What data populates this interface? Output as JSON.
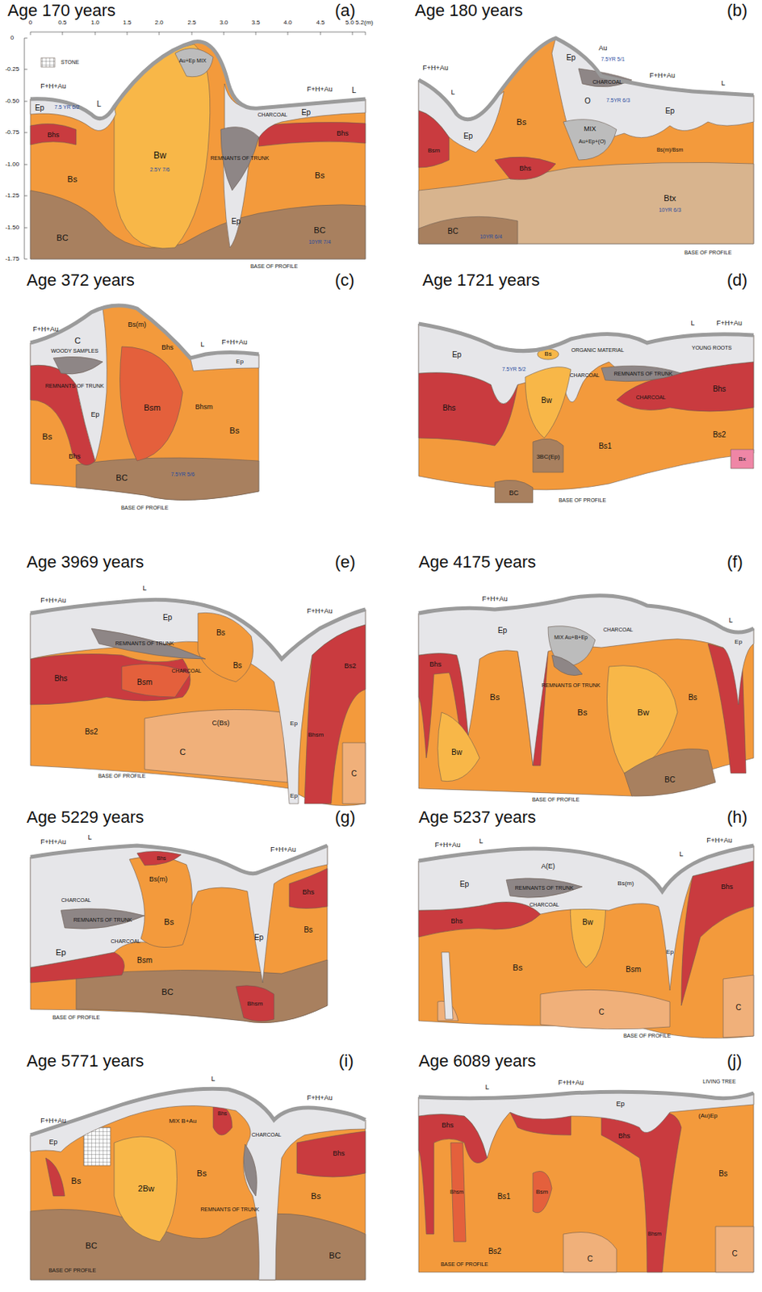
{
  "diagram": {
    "labels": [
      "Age 170 years",
      "(a)",
      "0",
      "0.5",
      "1.0",
      "1.5",
      "2.0",
      "2.5",
      "3.0",
      "3.5",
      "4.0",
      "4.5",
      "5.0 5.2(m)",
      "0",
      "-0.25",
      "-0.50",
      "-0.75",
      "-1.00",
      "-1.25",
      "-1.50",
      "-1.75",
      "STONE",
      "F+H+Au",
      "7.5 YR 6/2",
      "Ep",
      "L",
      "Bhs",
      "Bs",
      "BC",
      "Bw",
      "2.5Y 7/6",
      "Au+Ep MIX",
      "CHARCOAL",
      "REMNANTS OF TRUNK",
      "Ep",
      "F+H+Au",
      "L",
      "Ep",
      "Bs",
      "Bhs",
      "BC",
      "10YR 7/4",
      "BASE OF PROFILE",
      "Age 180 years",
      "(b)",
      "Ep",
      "Au",
      "7.5YR 5/1",
      "F+H+Au",
      "L",
      "CHARCOAL",
      "O",
      "7.5YR 6/3",
      "Ep",
      "MIX",
      "Au+Ep+(O)",
      "Bs",
      "Bhs",
      "Bs(m)/Bsm",
      "F+H+Au",
      "L",
      "Bsm",
      "Ep",
      "Btx",
      "10YR 6/3",
      "BC",
      "10YR 6/4",
      "BASE OF PROFILE",
      "Age 372 years",
      "(c)",
      "F+H+Au",
      "C",
      "WOODY SAMPLES",
      "REMNANTS OF TRUNK",
      "Bs(m)",
      "Bhs",
      "L",
      "F+H+Au",
      "Ep",
      "Bs",
      "Bsm",
      "Bhsm",
      "Bs",
      "Bhs",
      "BC",
      "7.5YR 5/6",
      "BASE OF PROFILE",
      "Ep",
      "Age 1721 years",
      "(d)",
      "L",
      "F+H+Au",
      "Bs",
      "Ep",
      "Bw",
      "ORGANIC MATERIAL",
      "REMNANTS OF TRUNK",
      "YOUNG ROOTS",
      "CHARCOAL",
      "CHARCOAL",
      "3BC(Ep)",
      "Bhs",
      "Bs1",
      "Bhs",
      "Bs2",
      "Bx",
      "BC",
      "BASE OF PROFILE",
      "7.5YR 5/2",
      "Age 3969 years",
      "(e)",
      "L",
      "Ep",
      "F+H+Au",
      "REMNANTS OF TRUNK",
      "Bs",
      "Bs",
      "CHARCOAL",
      "Bhs",
      "Bsm",
      "Bs2",
      "C(Bs)",
      "C",
      "BASE OF PROFILE",
      "F+H+Au",
      "Ep",
      "Bhsm",
      "Bs2",
      "C",
      "Ep",
      "Age 4175 years",
      "(f)",
      "F+H+Au",
      "L",
      "MIX Au+B+Ep",
      "REMNANTS OF TRUNK",
      "CHARCOAL",
      "Ep",
      "Bhs",
      "Bs",
      "Bw",
      "Bs",
      "Bw",
      "BC",
      "Bs",
      "BASE OF PROFILE",
      "Ep",
      "Age 5229 years",
      "(g)",
      "F+H+Au",
      "L",
      "Bhs",
      "Bs(m)",
      "CHARCOAL",
      "REMNANTS OF TRUNK",
      "CHARCOAL",
      "Ep",
      "Bs",
      "F+H+Au",
      "Ep",
      "Bs",
      "Bhs",
      "Bsm",
      "BC",
      "Bhsm",
      "BASE OF PROFILE",
      "Age 5237 years",
      "(h)",
      "L",
      "F+H+Au",
      "A(E)",
      "F+H+Au",
      "L",
      "Bs(m)",
      "REMNANTS OF TRUNK",
      "CHARCOAL",
      "Ep",
      "Bhs",
      "Bw",
      "Bs",
      "Bsm",
      "Bhs",
      "C",
      "C",
      "BASE OF PROFILE",
      "Ep",
      "Age 5771 years",
      "(i)",
      "F+H+Au",
      "L",
      "MIX B+Au",
      "2Bw",
      "Bs",
      "Bs",
      "Bhs",
      "Ep",
      "F+H+Au",
      "CHARCOAL",
      "REMNANTS OF TRUNK",
      "Bs",
      "BC",
      "BC",
      "Bhs",
      "BASE OF PROFILE",
      "Age 6089 years",
      "(j)",
      "L",
      "F+H+Au",
      "Ep",
      "LIVING TREE",
      "(Au)Ep",
      "Bhs",
      "Bhsm",
      "Bs1",
      "Bhs",
      "Bs",
      "Bs2",
      "Bsm",
      "C",
      "Bhsm",
      "C",
      "BASE OF PROFILE"
    ]
  }
}
